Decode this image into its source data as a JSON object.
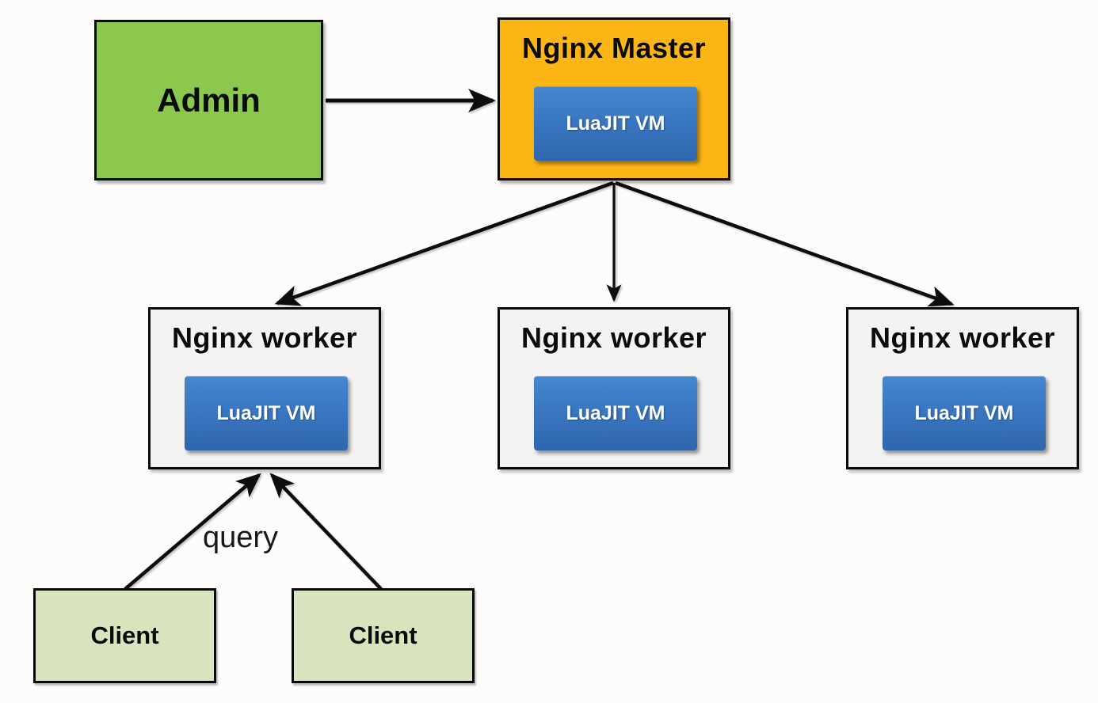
{
  "background": "#FDFCFB",
  "nodes": {
    "admin": {
      "label": "Admin",
      "fill": "#8CC74E"
    },
    "master": {
      "title": "Nginx Master",
      "fill": "#FBB514",
      "vm": {
        "label": "LuaJIT VM",
        "fill_top": "#4687CE",
        "fill_bottom": "#2F66AD"
      }
    },
    "workers": [
      {
        "title": "Nginx worker",
        "vm": {
          "label": "LuaJIT VM"
        }
      },
      {
        "title": "Nginx worker",
        "vm": {
          "label": "LuaJIT VM"
        }
      },
      {
        "title": "Nginx worker",
        "vm": {
          "label": "LuaJIT VM"
        }
      }
    ],
    "clients": [
      {
        "label": "Client"
      },
      {
        "label": "Client"
      }
    ],
    "worker_fill": "#F4F3F1",
    "client_fill": "#D8E4BE"
  },
  "edges": [
    {
      "from": "admin",
      "to": "nginx-master"
    },
    {
      "from": "nginx-master",
      "to": "nginx-worker-1"
    },
    {
      "from": "nginx-master",
      "to": "nginx-worker-2"
    },
    {
      "from": "nginx-master",
      "to": "nginx-worker-3"
    },
    {
      "from": "client-1",
      "to": "nginx-worker-1",
      "label": "query"
    },
    {
      "from": "client-2",
      "to": "nginx-worker-1",
      "label": "query"
    }
  ],
  "labels": {
    "query": "query"
  },
  "colors": {
    "arrow": "#0b0b0b",
    "border": "#0a0a0a",
    "background": "#FDFCFB"
  }
}
